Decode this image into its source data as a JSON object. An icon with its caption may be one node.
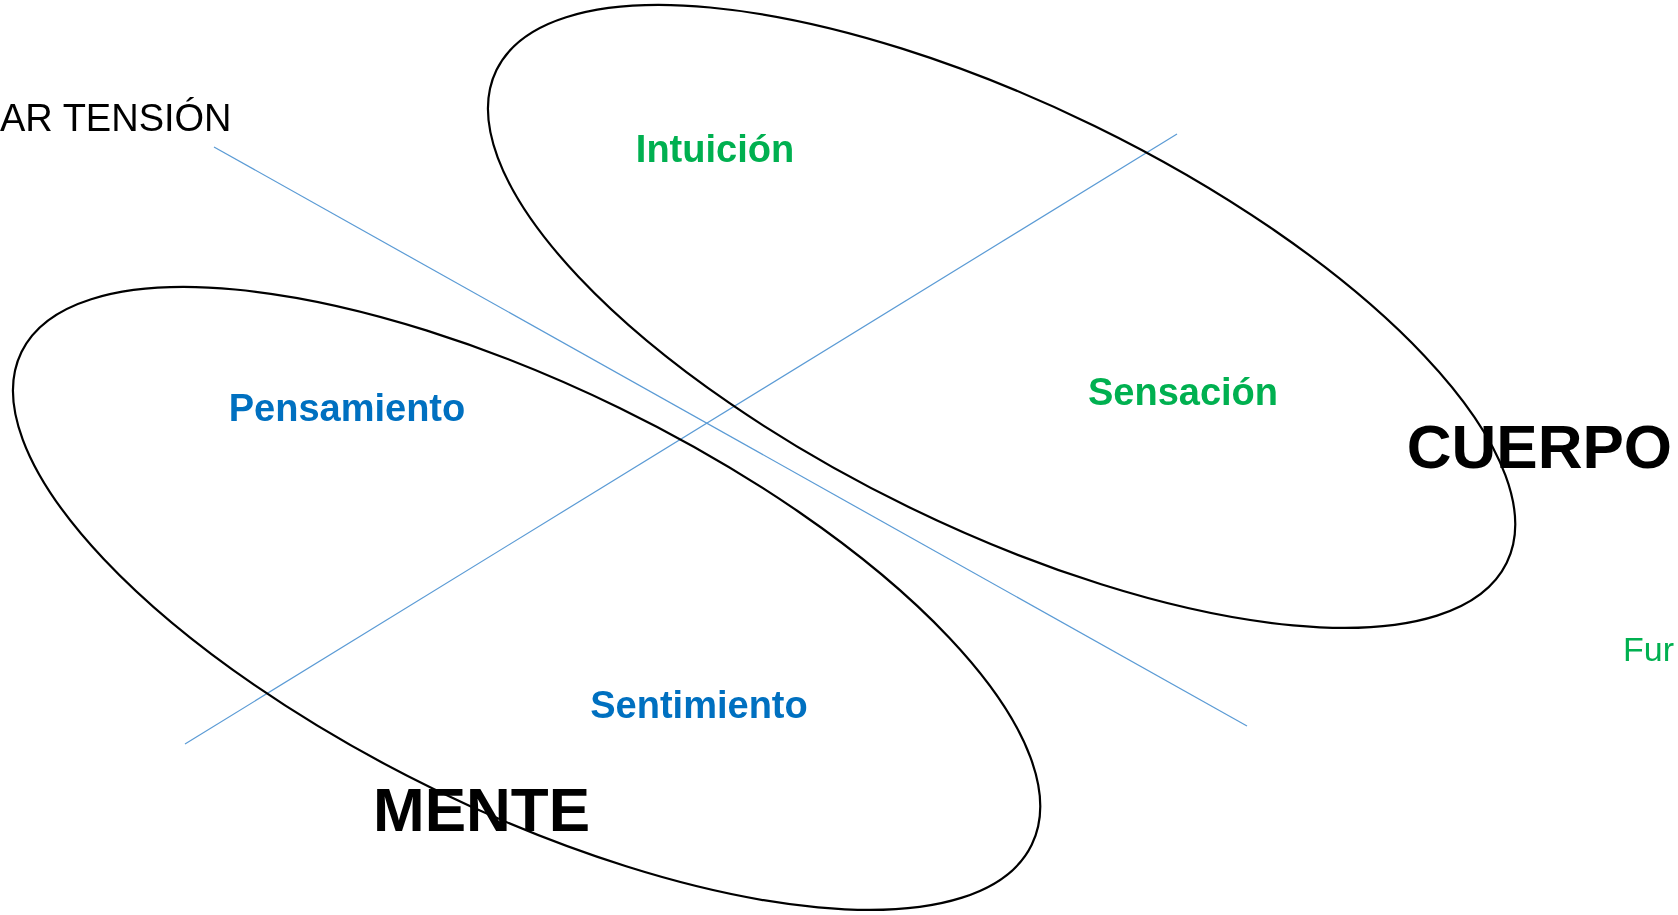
{
  "diagram": {
    "nodes": [
      {
        "text": [
          "Intuición",
          "Sensación"
        ]
      },
      {
        "text": [
          "Pensamiento",
          "Sentimiento"
        ]
      }
    ],
    "labels": [
      "AR TENSIÓN",
      "CUERPO",
      "Fur",
      "MENTE"
    ]
  }
}
